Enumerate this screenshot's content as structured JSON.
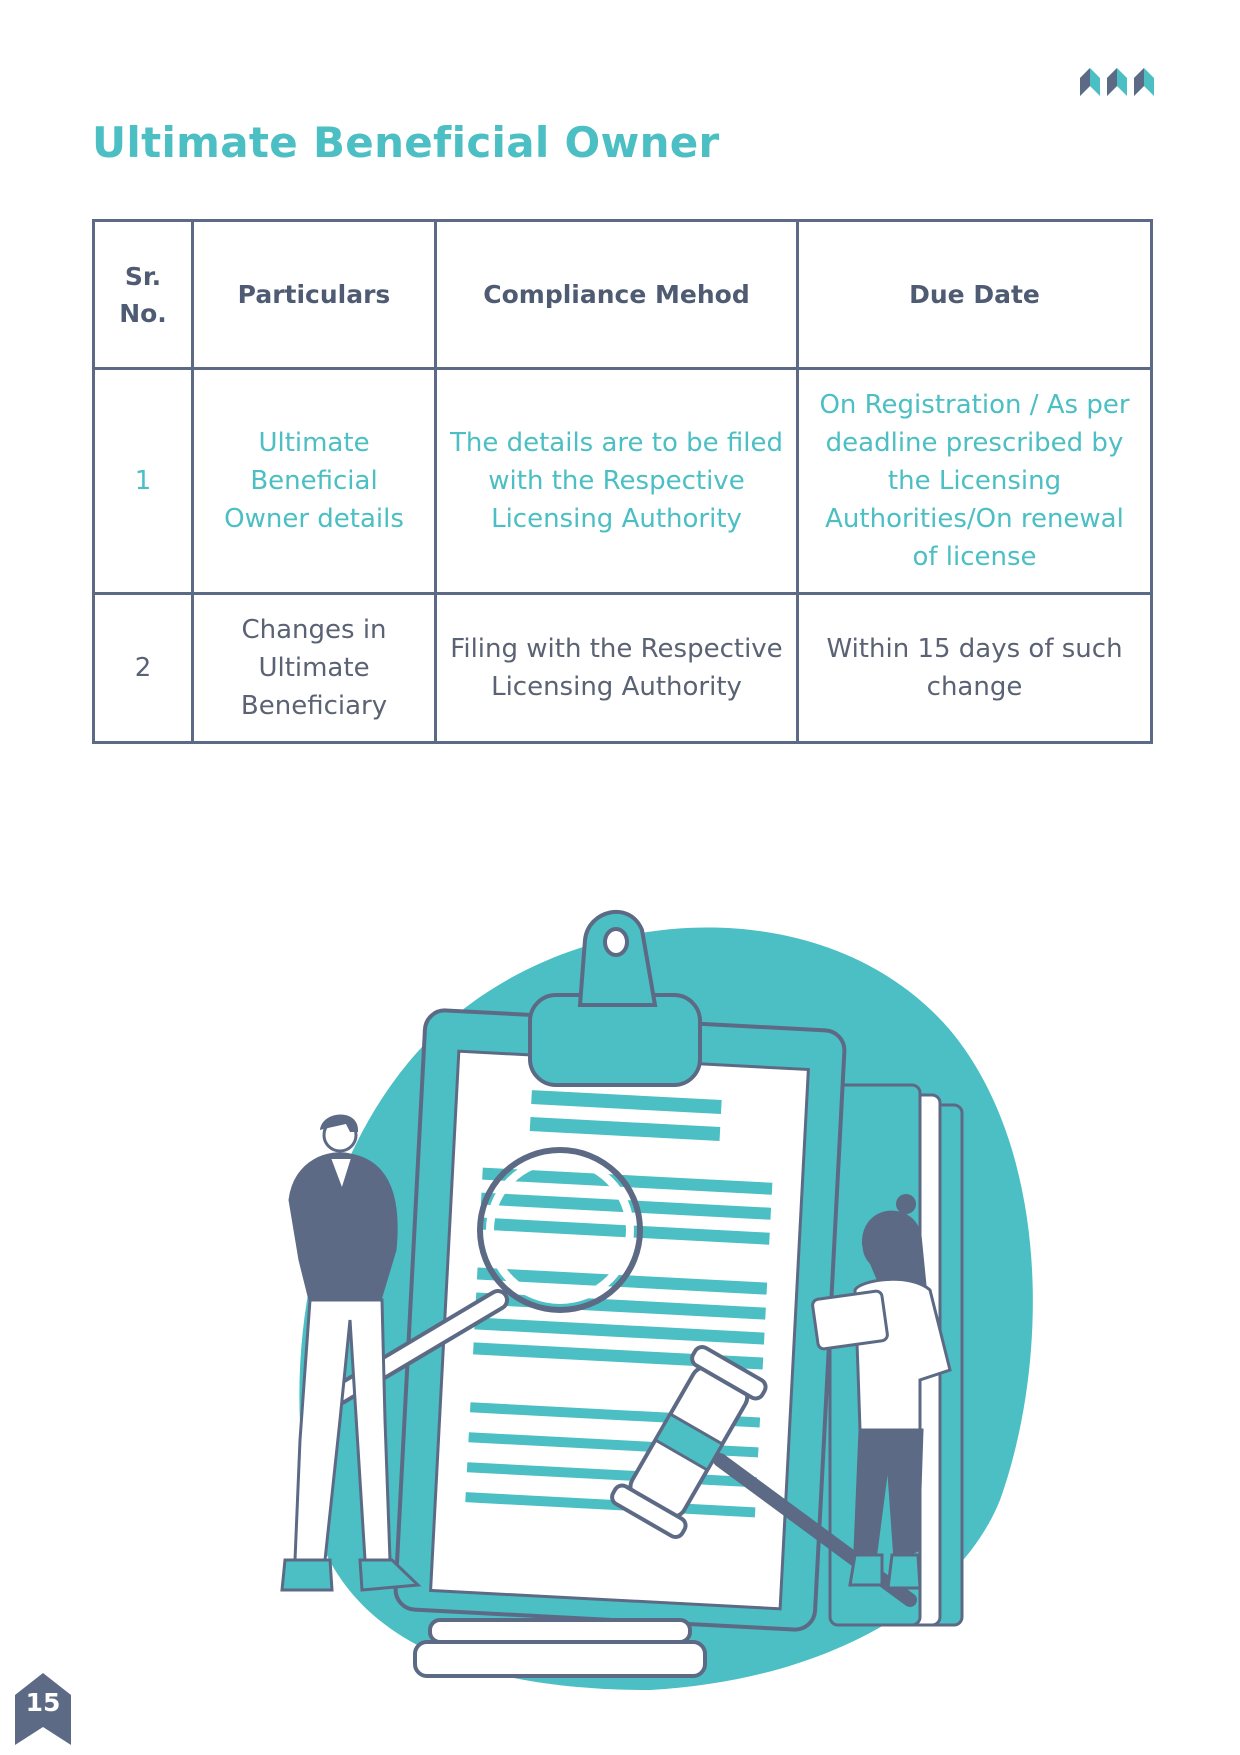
{
  "header": {
    "title": "Ultimate Beneficial Owner"
  },
  "table": {
    "headers": [
      "Sr. No.",
      "Particulars",
      "Compliance Mehod",
      "Due Date"
    ],
    "rows": [
      {
        "sr": "1",
        "particulars": "Ultimate Beneficial Owner details",
        "method": "The details are to be filed with the Respective Licensing Authority",
        "due": "On Registration / As per deadline prescribed by the Licensing Authorities/On renewal of license"
      },
      {
        "sr": "2",
        "particulars": "Changes in Ultimate Beneficiary",
        "method": "Filing with the Respective Licensing Authority",
        "due": "Within 15 days of such change"
      }
    ]
  },
  "footer": {
    "page_number": "15"
  },
  "colors": {
    "teal": "#4bbfc3",
    "slate": "#5d6a85",
    "text_gray": "#5a6274"
  },
  "icons": [
    "brand-chevrons-icon",
    "page-badge-icon"
  ]
}
